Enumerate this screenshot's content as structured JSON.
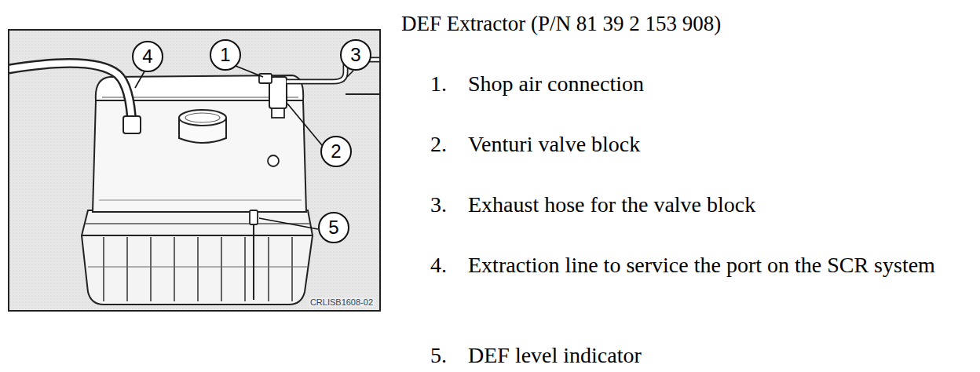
{
  "diagram": {
    "title": "DEF Extractor (P/N 81 39 2 153 908)",
    "nodes": [
      {
        "text": [
          "CRLISB1608-02"
        ]
      },
      {
        "text": [
          "4"
        ],
        "in": 0
      },
      {
        "text": [
          "1"
        ],
        "in": 0
      },
      {
        "text": [
          "3"
        ],
        "in": 0
      },
      {
        "text": [
          "2"
        ],
        "in": 0
      },
      {
        "text": [
          "5"
        ],
        "in": 0
      }
    ],
    "labels": [
      "1.",
      "Shop air connection",
      "2.",
      "Venturi valve block",
      "3.",
      "Exhaust hose for the valve block",
      "4.",
      "Extraction line to service the port on the SCR system",
      "5.",
      "DEF level indicator"
    ]
  }
}
